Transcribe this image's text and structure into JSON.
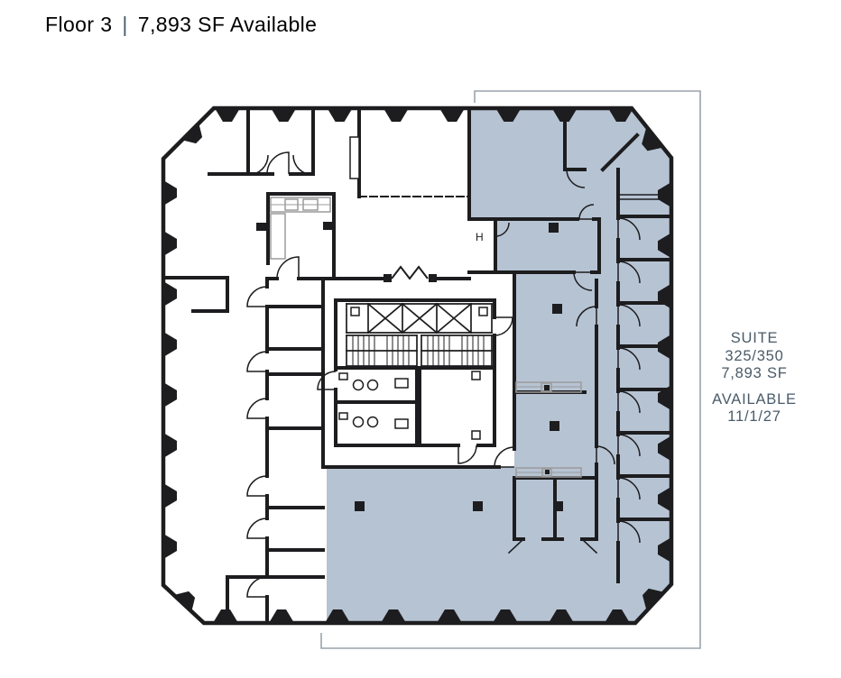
{
  "header": {
    "floor_label": "Floor 3",
    "separator": "|",
    "availability_label": "7,893 SF Available"
  },
  "suite_callout": {
    "suite_word": "SUITE",
    "suite_numbers": "325/350",
    "area": "7,893 SF",
    "available_word": "AVAILABLE",
    "available_date": "11/1/27"
  },
  "floor_plan": {
    "h_room_label": "H",
    "colors": {
      "available_fill": "#b6c3d3",
      "wall": "#1d1d1f",
      "callout_line": "#9aa3ab",
      "text": "#4a5b68"
    }
  }
}
